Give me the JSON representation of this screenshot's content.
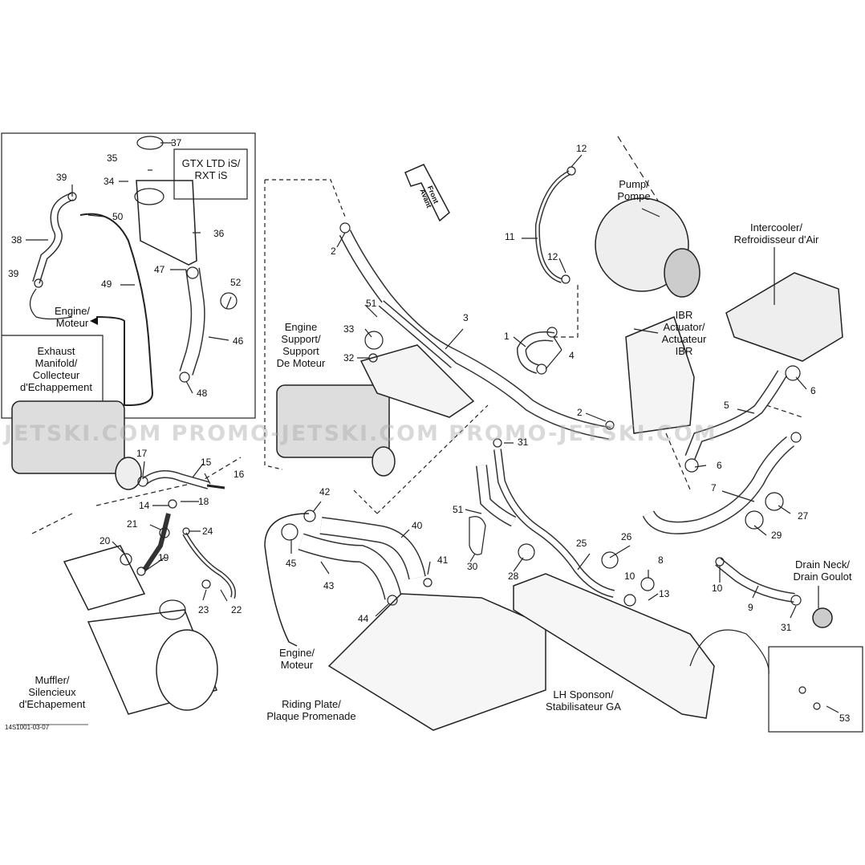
{
  "diagram_code": "14S1001-03-07",
  "watermark_text": "JETSKI.COM PROMO-JETSKI.COM PROMO-JETSKI.COM",
  "front_arrow": {
    "line1": "Front",
    "line2": "Avant"
  },
  "models_box": {
    "line1": "GTX LTD iS/",
    "line2": "RXT iS"
  },
  "labels": {
    "engine_left": {
      "line1": "Engine/",
      "line2": "Moteur"
    },
    "exhaust_manifold": {
      "line1": "Exhaust",
      "line2": "Manifold/",
      "line3": "Collecteur",
      "line4": "d'Echappement"
    },
    "muffler": {
      "line1": "Muffler/",
      "line2": "Silencieux",
      "line3": "d'Echapement"
    },
    "engine_support": {
      "line1": "Engine",
      "line2": "Support/",
      "line3": "Support",
      "line4": "De Moteur"
    },
    "pump": {
      "line1": "Pump/",
      "line2": "Pompe"
    },
    "intercooler": {
      "line1": "Intercooler/",
      "line2": "Refroidisseur d'Air"
    },
    "ibr": {
      "line1": "IBR",
      "line2": "Actuator/",
      "line3": "Actuateur",
      "line4": "IBR"
    },
    "engine_bottom": {
      "line1": "Engine/",
      "line2": "Moteur"
    },
    "riding_plate": {
      "line1": "Riding Plate/",
      "line2": "Plaque Promenade"
    },
    "lh_sponson": {
      "line1": "LH Sponson/",
      "line2": "Stabilisateur GA"
    },
    "drain_neck": {
      "line1": "Drain Neck/",
      "line2": "Drain Goulot"
    }
  },
  "callouts": [
    "1",
    "2",
    "3",
    "4",
    "5",
    "6",
    "7",
    "8",
    "9",
    "10",
    "11",
    "12",
    "13",
    "14",
    "15",
    "16",
    "17",
    "18",
    "19",
    "20",
    "21",
    "22",
    "23",
    "24",
    "25",
    "26",
    "27",
    "28",
    "29",
    "30",
    "31",
    "32",
    "33",
    "34",
    "35",
    "36",
    "37",
    "38",
    "39",
    "40",
    "41",
    "42",
    "43",
    "44",
    "45",
    "46",
    "47",
    "48",
    "49",
    "50",
    "51",
    "52",
    "53"
  ]
}
